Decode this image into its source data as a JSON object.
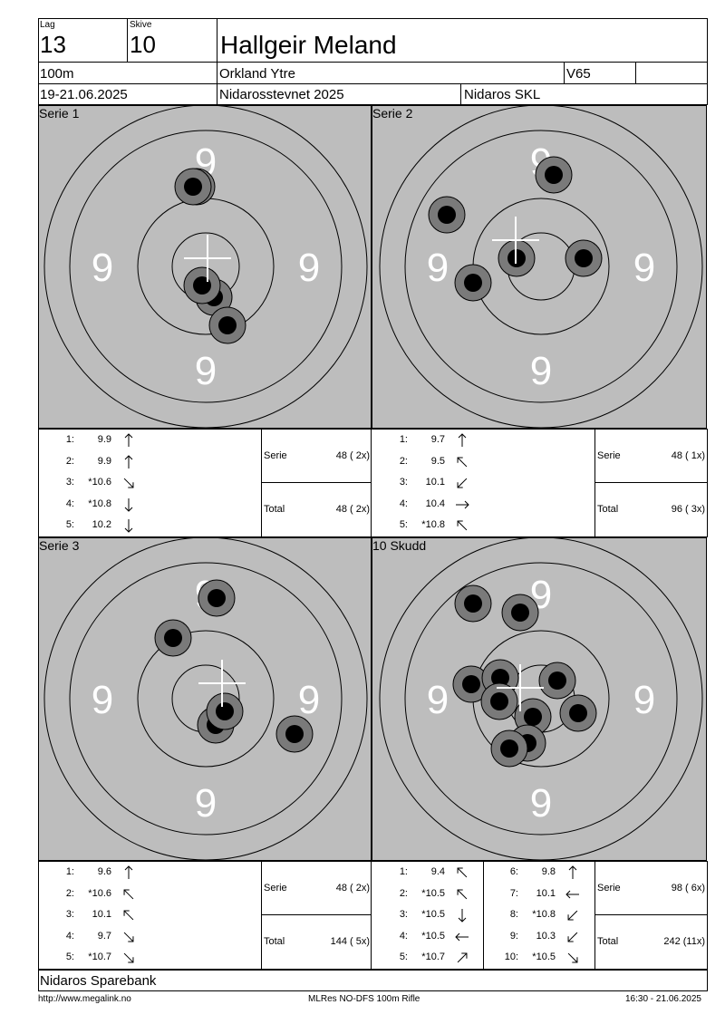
{
  "header": {
    "lag_label": "Lag",
    "lag_value": "13",
    "skive_label": "Skive",
    "skive_value": "10",
    "shooter_name": "Hallgeir Meland",
    "distance": "100m",
    "club": "Orkland Ytre",
    "class": "V65",
    "date": "19-21.06.2025",
    "event": "Nidarosstevnet 2025",
    "organizer": "Nidaros SKL"
  },
  "panels": [
    {
      "label": "Serie 1",
      "ring_labels": [
        "9",
        "9",
        "9",
        "9"
      ],
      "shots": [
        {
          "n": "1:",
          "v": "9.9",
          "arrow": "n"
        },
        {
          "n": "2:",
          "v": "9.9",
          "arrow": "n"
        },
        {
          "n": "3:",
          "v": "*10.6",
          "arrow": "se"
        },
        {
          "n": "4:",
          "v": "*10.8",
          "arrow": "s"
        },
        {
          "n": "5:",
          "v": "10.2",
          "arrow": "s"
        }
      ],
      "serie_label": "Serie",
      "serie_value": "48 ( 2x)",
      "total_label": "Total",
      "total_value": "48 ( 2x)"
    },
    {
      "label": "Serie 2",
      "ring_labels": [
        "9",
        "9",
        "9",
        "9"
      ],
      "shots": [
        {
          "n": "1:",
          "v": "9.7",
          "arrow": "n"
        },
        {
          "n": "2:",
          "v": "9.5",
          "arrow": "nw"
        },
        {
          "n": "3:",
          "v": "10.1",
          "arrow": "sw"
        },
        {
          "n": "4:",
          "v": "10.4",
          "arrow": "e"
        },
        {
          "n": "5:",
          "v": "*10.8",
          "arrow": "nw"
        }
      ],
      "serie_label": "Serie",
      "serie_value": "48 ( 1x)",
      "total_label": "Total",
      "total_value": "96 ( 3x)"
    },
    {
      "label": "Serie 3",
      "ring_labels": [
        "9",
        "9",
        "9",
        "9"
      ],
      "shots": [
        {
          "n": "1:",
          "v": "9.6",
          "arrow": "n"
        },
        {
          "n": "2:",
          "v": "*10.6",
          "arrow": "nw"
        },
        {
          "n": "3:",
          "v": "10.1",
          "arrow": "nw"
        },
        {
          "n": "4:",
          "v": "9.7",
          "arrow": "se"
        },
        {
          "n": "5:",
          "v": "*10.7",
          "arrow": "se"
        }
      ],
      "serie_label": "Serie",
      "serie_value": "48 ( 2x)",
      "total_label": "Total",
      "total_value": "144 ( 5x)"
    },
    {
      "label": "10 Skudd",
      "ring_labels": [
        "9",
        "9",
        "9",
        "9"
      ],
      "shots": [
        {
          "n": "1:",
          "v": "9.4",
          "arrow": "nw"
        },
        {
          "n": "2:",
          "v": "*10.5",
          "arrow": "nw"
        },
        {
          "n": "3:",
          "v": "*10.5",
          "arrow": "s"
        },
        {
          "n": "4:",
          "v": "*10.5",
          "arrow": "w"
        },
        {
          "n": "5:",
          "v": "*10.7",
          "arrow": "ne"
        }
      ],
      "shots2": [
        {
          "n": "6:",
          "v": "9.8",
          "arrow": "n"
        },
        {
          "n": "7:",
          "v": "10.1",
          "arrow": "w"
        },
        {
          "n": "8:",
          "v": "*10.8",
          "arrow": "sw"
        },
        {
          "n": "9:",
          "v": "10.3",
          "arrow": "sw"
        },
        {
          "n": "10:",
          "v": "*10.5",
          "arrow": "se"
        }
      ],
      "serie_label": "Serie",
      "serie_value": "98 ( 6x)",
      "total_label": "Total",
      "total_value": "242 (11x)"
    }
  ],
  "footer": {
    "sponsor": "Nidaros Sparebank",
    "url": "http://www.megalink.no",
    "program": "MLRes NO-DFS 100m Rifle",
    "timestamp": "16:30 - 21.06.2025"
  }
}
